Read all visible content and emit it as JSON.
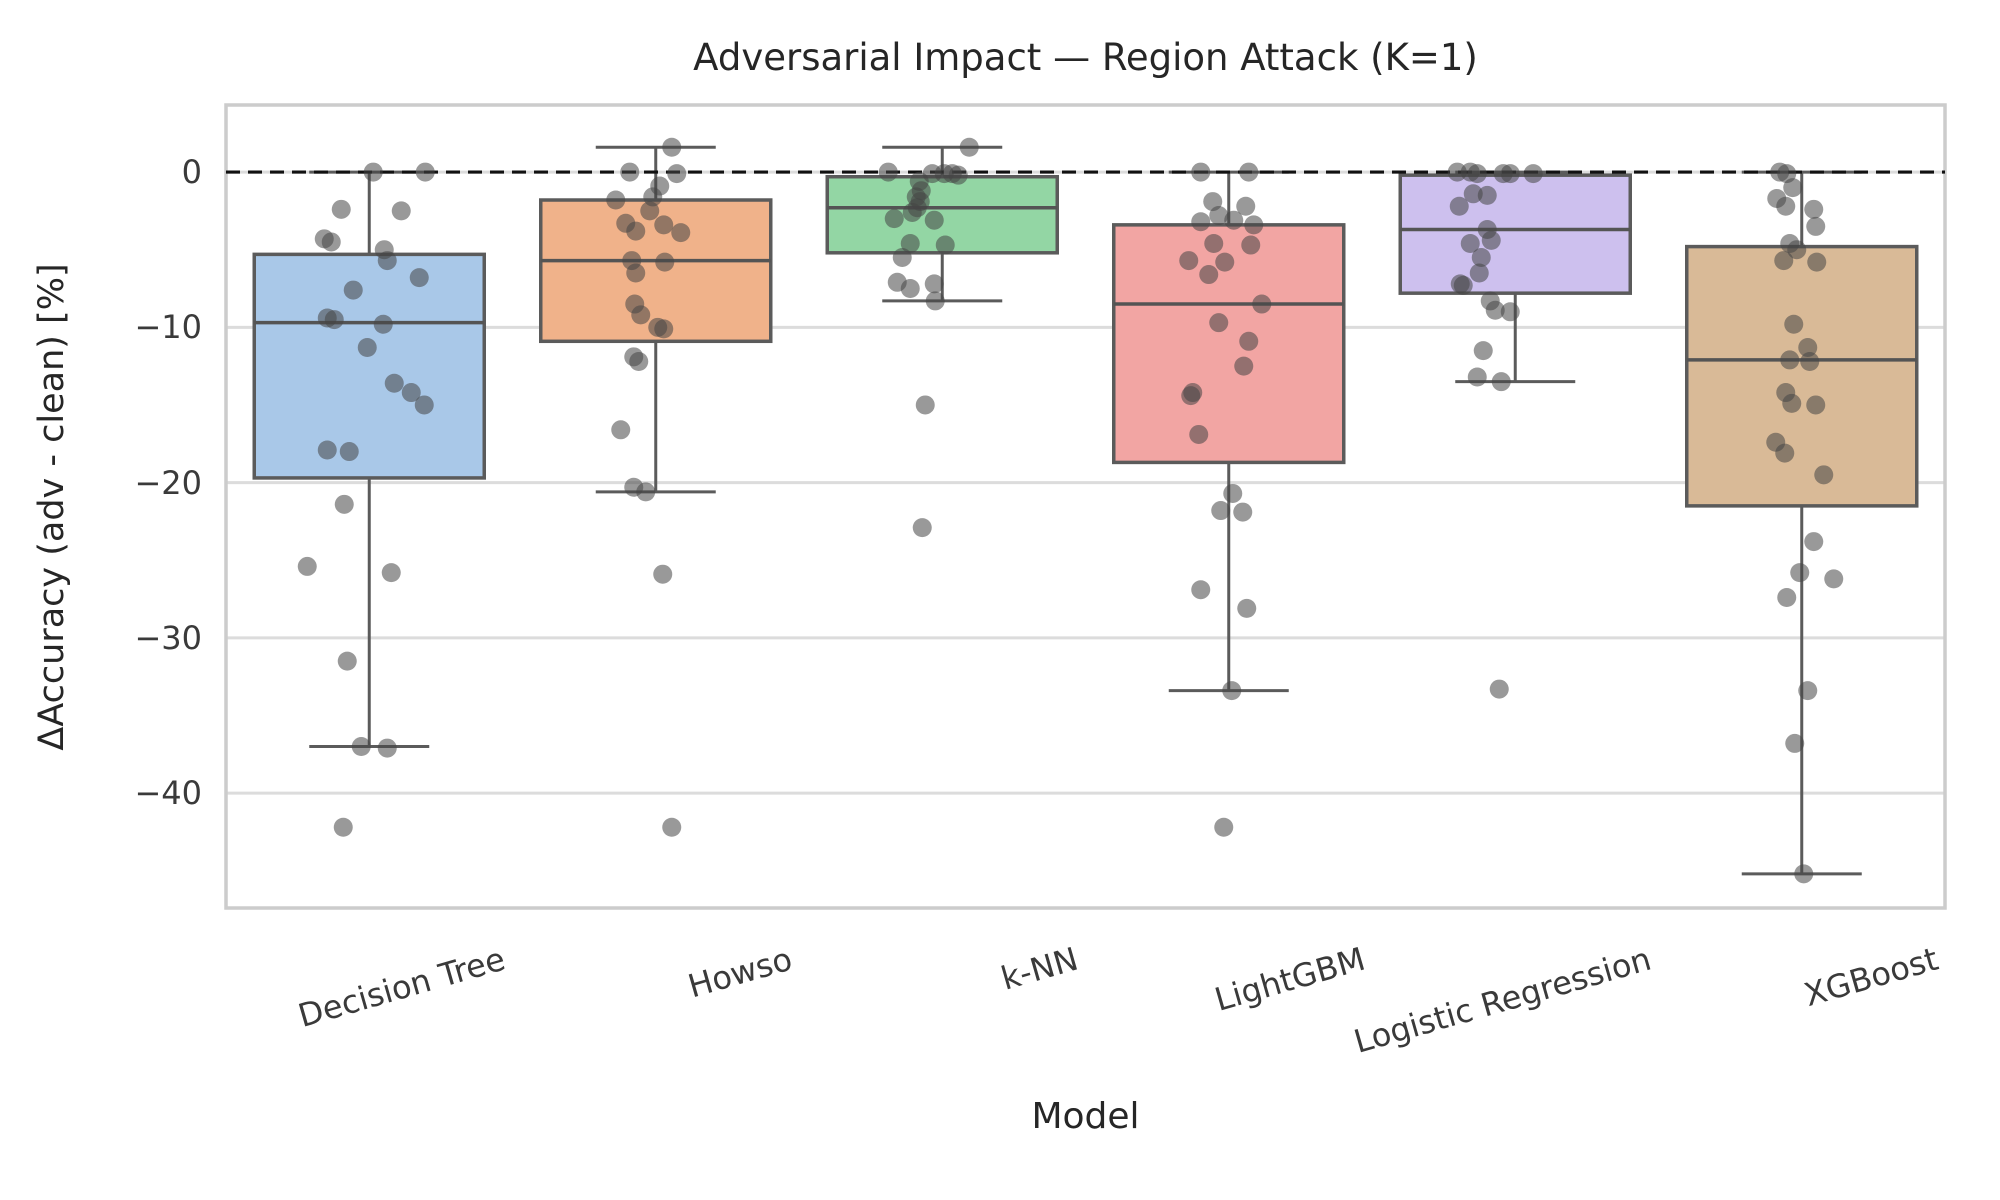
{
  "title": "Adversarial Impact — Region Attack (K=1)",
  "axes": {
    "y_label": "ΔAccuracy (adv - clean) [%]",
    "x_label": "Model",
    "y_ticks": [
      0,
      -10,
      -20,
      -30,
      -40
    ],
    "y_tick_labels": [
      "0",
      "−10",
      "−20",
      "−30",
      "−40"
    ],
    "ylim": [
      -47.4,
      4.32
    ],
    "grid": "horizontal",
    "zero_reference_line": 0
  },
  "colors": {
    "grid": "#dcdcdc",
    "spine": "#cccccc",
    "box_edge": "#5b5b5b",
    "median": "#545454",
    "point": "#454545",
    "zero_line": "#111111",
    "text": "#262626"
  },
  "chart_data": {
    "type": "box",
    "title": "Adversarial Impact — Region Attack (K=1)",
    "xlabel": "Model",
    "ylabel": "ΔAccuracy (adv - clean) [%]",
    "categories": [
      "Decision Tree",
      "Howso",
      "k-NN",
      "LightGBM",
      "Logistic Regression",
      "XGBoost"
    ],
    "series": [
      {
        "name": "Decision Tree",
        "color": "#a9c8e8",
        "box": {
          "whisker_high": 0.0,
          "q3": -5.3,
          "median": -9.7,
          "q1": -19.7,
          "whisker_low": -37.0
        },
        "points": [
          [
            0,
            4
          ],
          [
            0,
            56
          ],
          [
            -2.4,
            -28
          ],
          [
            -2.5,
            32
          ],
          [
            -4.3,
            -45
          ],
          [
            -4.5,
            -38
          ],
          [
            -5.0,
            15
          ],
          [
            -5.7,
            18
          ],
          [
            -6.8,
            50
          ],
          [
            -7.6,
            -16
          ],
          [
            -9.4,
            -42
          ],
          [
            -9.5,
            -35
          ],
          [
            -9.8,
            14
          ],
          [
            -11.3,
            -2
          ],
          [
            -13.6,
            25
          ],
          [
            -14.2,
            42
          ],
          [
            -15.0,
            55
          ],
          [
            -17.9,
            -42
          ],
          [
            -18.0,
            -20
          ],
          [
            -21.4,
            -25
          ],
          [
            -25.4,
            -62
          ],
          [
            -25.8,
            22
          ],
          [
            -31.5,
            -22
          ],
          [
            -37.0,
            -8
          ],
          [
            -37.1,
            18
          ],
          [
            -42.2,
            -26
          ]
        ]
      },
      {
        "name": "Howso",
        "color": "#f0b28a",
        "box": {
          "whisker_high": 1.6,
          "q3": -1.8,
          "median": -5.7,
          "q1": -10.9,
          "whisker_low": -20.6
        },
        "points": [
          [
            1.6,
            16
          ],
          [
            0,
            -26
          ],
          [
            -0.1,
            21
          ],
          [
            -0.9,
            4
          ],
          [
            -1.6,
            -3
          ],
          [
            -1.8,
            -40
          ],
          [
            -2.5,
            -6
          ],
          [
            -3.3,
            -30
          ],
          [
            -3.4,
            8
          ],
          [
            -3.8,
            -20
          ],
          [
            -3.9,
            25
          ],
          [
            -5.7,
            -24
          ],
          [
            -5.8,
            9
          ],
          [
            -6.5,
            -20
          ],
          [
            -8.5,
            -21
          ],
          [
            -9.2,
            -15
          ],
          [
            -10.0,
            2
          ],
          [
            -10.1,
            8
          ],
          [
            -11.9,
            -22
          ],
          [
            -12.2,
            -17
          ],
          [
            -16.6,
            -35
          ],
          [
            -20.3,
            -22
          ],
          [
            -20.6,
            -10
          ],
          [
            -25.9,
            7
          ],
          [
            -42.2,
            16
          ]
        ]
      },
      {
        "name": "k-NN",
        "color": "#93d6a4",
        "box": {
          "whisker_high": 1.6,
          "q3": -0.3,
          "median": -2.3,
          "q1": -5.2,
          "whisker_low": -8.3
        },
        "points": [
          [
            1.6,
            27
          ],
          [
            0,
            -54
          ],
          [
            -0.1,
            -10
          ],
          [
            -0.1,
            2
          ],
          [
            -0.1,
            10
          ],
          [
            -0.2,
            16
          ],
          [
            -0.6,
            -23
          ],
          [
            -1.2,
            -21
          ],
          [
            -1.6,
            -26
          ],
          [
            -1.9,
            -22
          ],
          [
            -2.3,
            -25
          ],
          [
            -2.6,
            -30
          ],
          [
            -3.0,
            -48
          ],
          [
            -3.1,
            -8
          ],
          [
            -4.6,
            -32
          ],
          [
            -4.7,
            3
          ],
          [
            -5.5,
            -40
          ],
          [
            -7.1,
            -45
          ],
          [
            -7.2,
            -8
          ],
          [
            -7.5,
            -32
          ],
          [
            -8.3,
            -7
          ],
          [
            -15.0,
            -17
          ],
          [
            -22.9,
            -20
          ]
        ]
      },
      {
        "name": "LightGBM",
        "color": "#f2a5a3",
        "box": {
          "whisker_high": 0.0,
          "q3": -3.4,
          "median": -8.5,
          "q1": -18.7,
          "whisker_low": -33.4
        },
        "points": [
          [
            0,
            -28
          ],
          [
            0,
            20
          ],
          [
            -1.9,
            -16
          ],
          [
            -2.2,
            17
          ],
          [
            -2.8,
            -10
          ],
          [
            -3.1,
            5
          ],
          [
            -3.2,
            -28
          ],
          [
            -3.4,
            25
          ],
          [
            -4.6,
            -15
          ],
          [
            -4.7,
            22
          ],
          [
            -5.7,
            -40
          ],
          [
            -5.8,
            -4
          ],
          [
            -6.6,
            -20
          ],
          [
            -8.5,
            33
          ],
          [
            -9.7,
            -10
          ],
          [
            -10.9,
            20
          ],
          [
            -12.5,
            15
          ],
          [
            -14.2,
            -36
          ],
          [
            -14.4,
            -38
          ],
          [
            -16.9,
            -30
          ],
          [
            -20.7,
            4
          ],
          [
            -21.8,
            -8
          ],
          [
            -21.9,
            14
          ],
          [
            -26.9,
            -28
          ],
          [
            -28.1,
            18
          ],
          [
            -33.4,
            3
          ],
          [
            -42.2,
            -5
          ]
        ]
      },
      {
        "name": "Logistic Regression",
        "color": "#cdc0ee",
        "box": {
          "whisker_high": 0.0,
          "q3": -0.2,
          "median": -3.7,
          "q1": -7.8,
          "whisker_low": -13.5
        },
        "points": [
          [
            0,
            -58
          ],
          [
            0,
            -45
          ],
          [
            -0.1,
            -38
          ],
          [
            -0.1,
            -12
          ],
          [
            -0.1,
            -5
          ],
          [
            -0.1,
            18
          ],
          [
            -1.4,
            -42
          ],
          [
            -1.5,
            -28
          ],
          [
            -2.2,
            -56
          ],
          [
            -3.7,
            -28
          ],
          [
            -4.4,
            -24
          ],
          [
            -4.6,
            -45
          ],
          [
            -5.5,
            -34
          ],
          [
            -6.5,
            -36
          ],
          [
            -7.2,
            -55
          ],
          [
            -7.3,
            -52
          ],
          [
            -8.3,
            -25
          ],
          [
            -8.9,
            -20
          ],
          [
            -9.0,
            -5
          ],
          [
            -11.5,
            -32
          ],
          [
            -13.2,
            -38
          ],
          [
            -13.5,
            -14
          ],
          [
            -33.3,
            -16
          ]
        ]
      },
      {
        "name": "XGBoost",
        "color": "#d9ba97",
        "box": {
          "whisker_high": 0.0,
          "q3": -4.8,
          "median": -12.1,
          "q1": -21.5,
          "whisker_low": -45.2
        },
        "points": [
          [
            0,
            -22
          ],
          [
            -0.1,
            -15
          ],
          [
            -1.0,
            -9
          ],
          [
            -1.7,
            -25
          ],
          [
            -2.2,
            -16
          ],
          [
            -2.4,
            12
          ],
          [
            -3.5,
            14
          ],
          [
            -4.6,
            -12
          ],
          [
            -5.0,
            -5
          ],
          [
            -5.7,
            -18
          ],
          [
            -5.8,
            15
          ],
          [
            -9.8,
            -8
          ],
          [
            -11.3,
            6
          ],
          [
            -12.1,
            -12
          ],
          [
            -12.2,
            8
          ],
          [
            -14.2,
            -16
          ],
          [
            -14.9,
            -10
          ],
          [
            -15.0,
            14
          ],
          [
            -17.4,
            -26
          ],
          [
            -18.1,
            -17
          ],
          [
            -19.5,
            22
          ],
          [
            -23.8,
            12
          ],
          [
            -25.8,
            -2
          ],
          [
            -26.2,
            32
          ],
          [
            -27.4,
            -15
          ],
          [
            -33.4,
            6
          ],
          [
            -36.8,
            -7
          ],
          [
            -45.2,
            2
          ]
        ]
      }
    ]
  }
}
